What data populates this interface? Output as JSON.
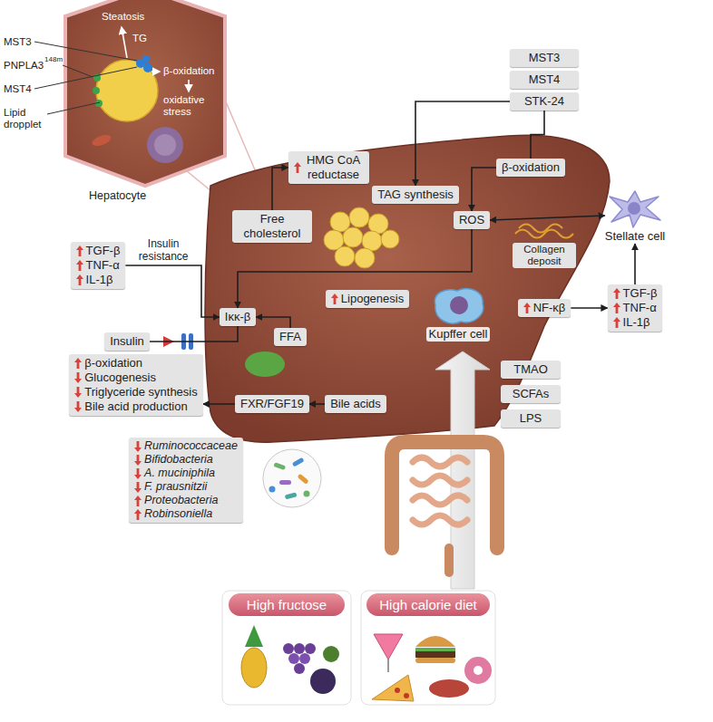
{
  "diagram": {
    "nodes": [
      {
        "text": [
          "MST3"
        ]
      },
      {
        "text": [
          "MST4"
        ]
      },
      {
        "text": [
          "STK-24"
        ]
      },
      {
        "text": [
          "HMG CoA reductase"
        ]
      },
      {
        "text": [
          "TAG synthesis"
        ]
      },
      {
        "text": [
          "β-oxidation"
        ]
      },
      {
        "text": [
          "Free cholesterol"
        ]
      },
      {
        "text": [
          "ROS"
        ]
      },
      {
        "text": [
          "Stellate cell"
        ]
      },
      {
        "text": [
          "TGF-β",
          "TNF-α",
          "IL-1β"
        ]
      },
      {
        "text": [
          "Iκκ-β"
        ]
      },
      {
        "text": [
          "Insulin"
        ]
      },
      {
        "text": [
          "FFA"
        ]
      },
      {
        "text": [
          "Lipogenesis"
        ]
      },
      {
        "text": [
          "Kupffer cell"
        ]
      },
      {
        "text": [
          "NF-κβ"
        ]
      },
      {
        "text": [
          "TGF-β",
          "TNF-α",
          "IL-1β"
        ]
      },
      {
        "text": [
          "β-oxidation",
          "Glucogenesis",
          "Triglyceride synthesis",
          "Bile acid production"
        ]
      },
      {
        "text": [
          "FXR/FGF19"
        ]
      },
      {
        "text": [
          "Bile acids"
        ]
      },
      {
        "text": [
          "TMAO"
        ]
      },
      {
        "text": [
          "SCFAs"
        ]
      },
      {
        "text": [
          "LPS"
        ]
      },
      {
        "text": [
          "Ruminococcaceae",
          "Bifidobacteria",
          "A. muciniphila",
          "F. prausnitzii",
          "Proteobacteria",
          "Robinsoniella"
        ]
      },
      {
        "text": [
          "High fructose"
        ]
      },
      {
        "text": [
          "High calorie diet"
        ]
      }
    ],
    "edges": [
      {
        "from": 2,
        "to": 4,
        "arrow": "to"
      },
      {
        "from": 2,
        "to": 5,
        "arrow": "none"
      },
      {
        "from": 5,
        "to": 7,
        "arrow": "to"
      },
      {
        "from": 6,
        "to": 3,
        "arrow": "to"
      },
      {
        "from": 7,
        "to": 10,
        "arrow": "to"
      },
      {
        "from": 7,
        "to": 8,
        "arrow": "both"
      },
      {
        "from": 9,
        "to": 10,
        "label": "Insulin resistance",
        "arrow": "to"
      },
      {
        "from": 11,
        "to": 10,
        "arrow": "none"
      },
      {
        "from": 12,
        "to": 10,
        "arrow": "to"
      },
      {
        "from": 15,
        "to": 16,
        "arrow": "to"
      },
      {
        "from": 16,
        "to": 8,
        "arrow": "to"
      },
      {
        "from": 19,
        "to": 18,
        "arrow": "to"
      },
      {
        "from": 18,
        "to": 17,
        "arrow": "to"
      }
    ],
    "labels": [
      "Steatosis",
      "TG",
      "MST3",
      "PNPLA3",
      "148m",
      "β-oxidation",
      "MST4",
      "oxidative stress",
      "Lipid dropplet",
      "Hepatocyte",
      "Collagen deposit"
    ]
  }
}
